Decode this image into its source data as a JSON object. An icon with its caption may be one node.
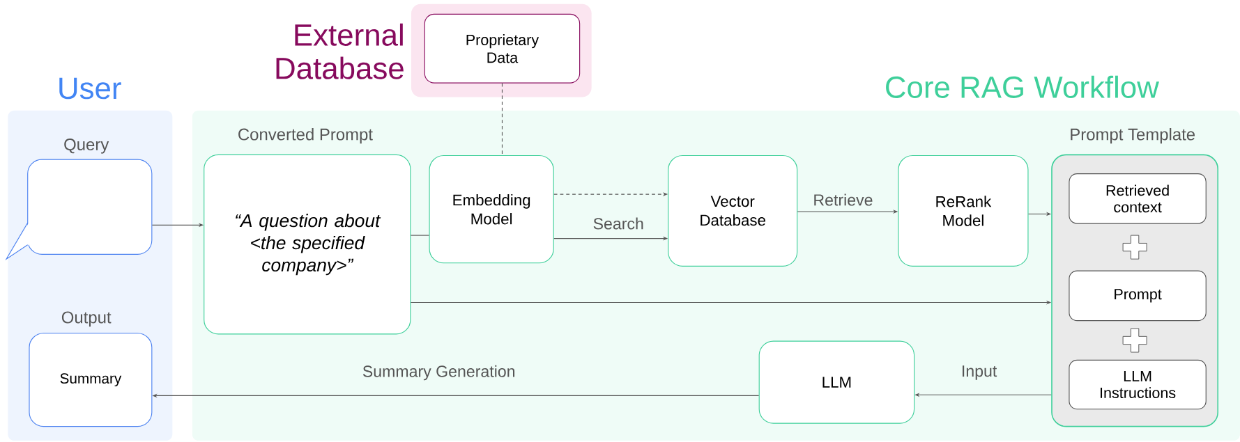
{
  "diagram": {
    "nodes": [
      {
        "text": [
          "User"
        ]
      },
      {
        "text": [
          "External Database"
        ]
      },
      {
        "text": [
          "Proprietary Data"
        ],
        "in": 1
      },
      {
        "text": [
          "Core RAG Workflow"
        ]
      },
      {
        "text": [
          "Query"
        ],
        "in": 0
      },
      {
        "text": [
          "Output",
          "Summary"
        ],
        "in": 0
      },
      {
        "text": [
          "Converted Prompt",
          "“A question about <the specified company>”"
        ],
        "in": 3
      },
      {
        "text": [
          "Embedding Model"
        ],
        "in": 3
      },
      {
        "text": [
          "Vector Database"
        ],
        "in": 3
      },
      {
        "text": [
          "ReRank Model"
        ],
        "in": 3
      },
      {
        "text": [
          "Prompt Template"
        ],
        "in": 3
      },
      {
        "text": [
          "Retrieved context"
        ],
        "in": 10
      },
      {
        "text": [
          "Prompt"
        ],
        "in": 10
      },
      {
        "text": [
          "LLM Instructions"
        ],
        "in": 10
      },
      {
        "text": [
          "LLM"
        ],
        "in": 3
      }
    ],
    "edges": [
      {
        "from": 4,
        "to": 6,
        "arrow": "to"
      },
      {
        "from": 6,
        "to": 7,
        "arrow": "none"
      },
      {
        "from": 2,
        "to": 7,
        "arrow": "none",
        "style": "dashed"
      },
      {
        "from": 7,
        "to": 8,
        "arrow": "to",
        "style": "dashed"
      },
      {
        "from": 7,
        "to": 8,
        "arrow": "to",
        "label": "Search"
      },
      {
        "from": 8,
        "to": 9,
        "arrow": "to",
        "label": "Retrieve"
      },
      {
        "from": 9,
        "to": 10,
        "arrow": "to"
      },
      {
        "from": 6,
        "to": 10,
        "arrow": "to"
      },
      {
        "from": 10,
        "to": 14,
        "arrow": "to",
        "label": "Input"
      },
      {
        "from": 14,
        "to": 5,
        "arrow": "to",
        "label": "Summary Generation"
      }
    ]
  }
}
